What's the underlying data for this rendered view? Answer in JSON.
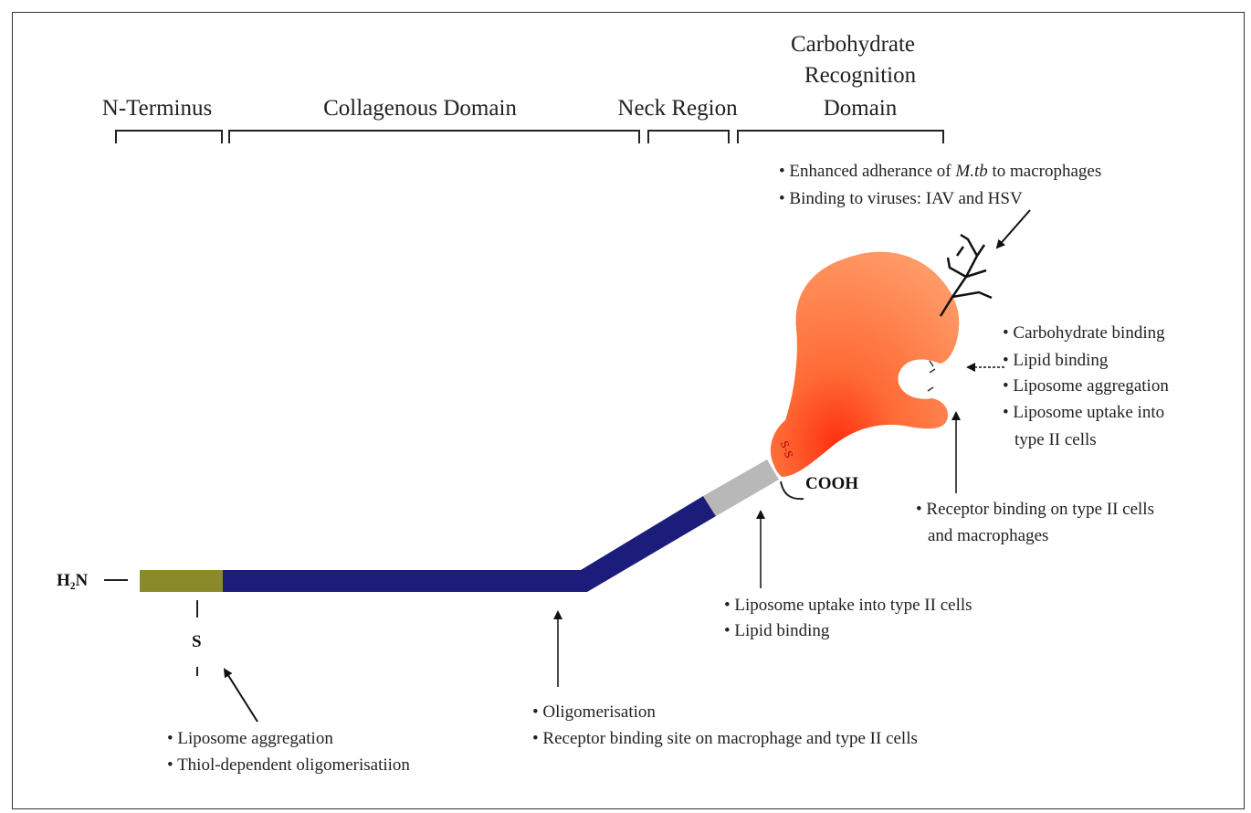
{
  "regions": {
    "n_terminus": "N-Terminus",
    "collagenous": "Collagenous Domain",
    "neck": "Neck Region",
    "crd_line1": "Carbohydrate",
    "crd_line2": "Recognition",
    "crd_line3": "Domain"
  },
  "molecule": {
    "h2n": "H₂N",
    "cooh": "COOH",
    "s_label": "S",
    "ss_label": "S-S",
    "colors": {
      "n_terminus": "#8a8a2a",
      "collagenous": "#1c1c7a",
      "neck": "#b8b8b8",
      "crd": "#ff7f45"
    }
  },
  "annotations": {
    "crd_top": [
      {
        "pre": "Enhanced adherance of ",
        "italic": "M.tb",
        "post": " to macrophages"
      },
      {
        "pre": "Binding to viruses: IAV and HSV",
        "italic": "",
        "post": ""
      }
    ],
    "crd_side": [
      "Carbohydrate binding",
      "Lipid binding",
      "Liposome aggregation",
      "Liposome uptake into",
      "type II cells"
    ],
    "receptor": [
      "Receptor binding on type II cells",
      "and macrophages"
    ],
    "neck": [
      "Liposome uptake into type II cells",
      "Lipid binding"
    ],
    "collagen": [
      "Oligomerisation",
      "Receptor binding site on macrophage and type II cells"
    ],
    "nterm": [
      "Liposome aggregation",
      "Thiol-dependent oligomerisatiion"
    ]
  }
}
